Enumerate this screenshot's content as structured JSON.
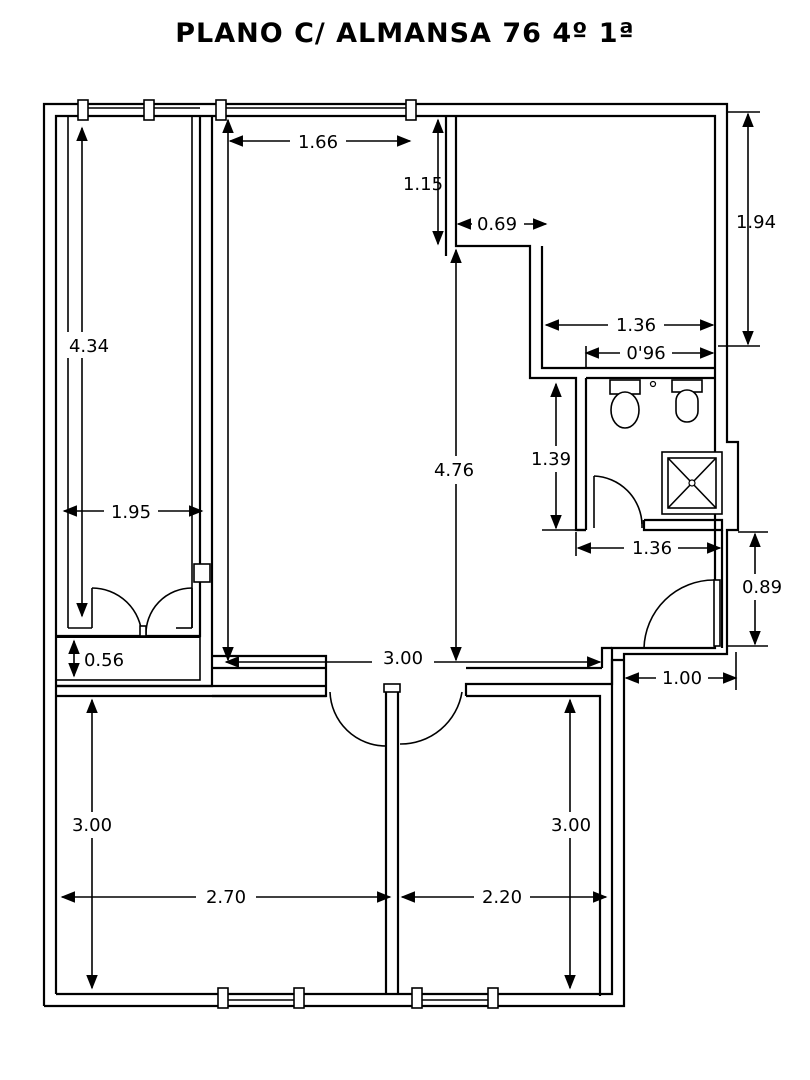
{
  "title": "PLANO C/ ALMANSA 76 4º 1ª",
  "colors": {
    "line": "#000000",
    "background": "#ffffff"
  },
  "dimensions": {
    "balcony_length": "4.34",
    "balcony_width": "1.95",
    "balcony_step": "0.56",
    "living_top_width": "1.66",
    "living_height": "4.76",
    "living_bottom_width": "3.00",
    "kitchen_notch_height": "1.15",
    "kitchen_notch_width": "0.69",
    "kitchen_height": "1.94",
    "kitchen_width": "1.36",
    "bath_width": "0'96",
    "bath_height": "1.39",
    "bath_bottom_width": "1.36",
    "entry_height": "0.89",
    "entry_width": "1.00",
    "bedroom_left_height": "3.00",
    "bedroom_left_width": "2.70",
    "bedroom_right_height": "3.00",
    "bedroom_right_width": "2.20"
  }
}
